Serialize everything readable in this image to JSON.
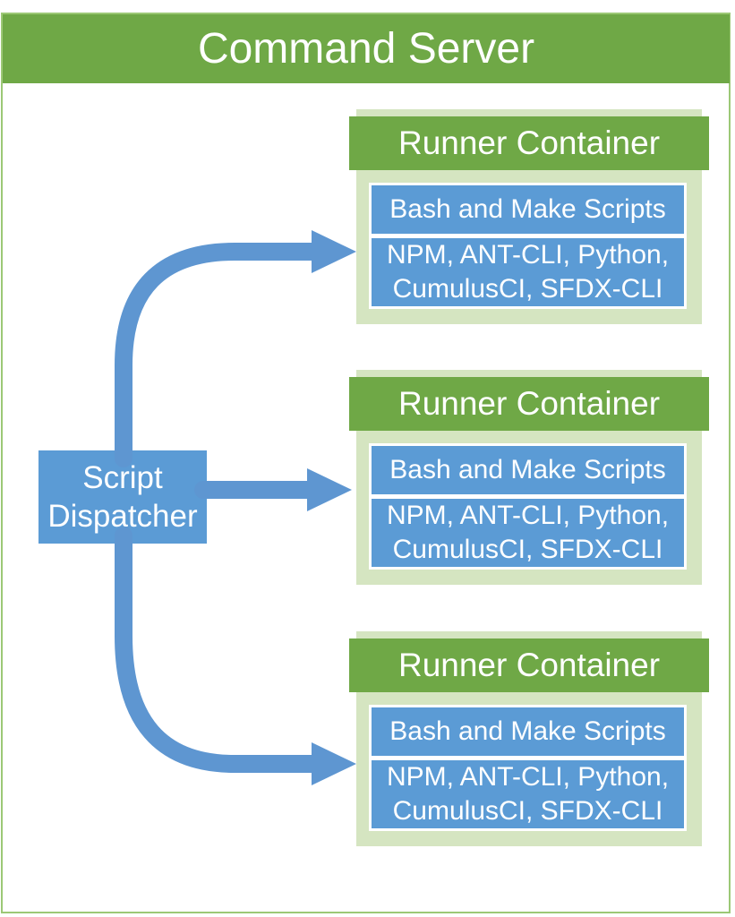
{
  "header": {
    "title": "Command Server"
  },
  "dispatcher": {
    "line1": "Script",
    "line2": "Dispatcher"
  },
  "runners": [
    {
      "title": "Runner Container",
      "rows": [
        "Bash and Make Scripts",
        "NPM, ANT-CLI, Python, CumulusCI, SFDX-CLI"
      ]
    },
    {
      "title": "Runner Container",
      "rows": [
        "Bash and Make Scripts",
        "NPM, ANT-CLI, Python, CumulusCI, SFDX-CLI"
      ]
    },
    {
      "title": "Runner Container",
      "rows": [
        "Bash and Make Scripts",
        "NPM, ANT-CLI, Python, CumulusCI, SFDX-CLI"
      ]
    }
  ],
  "colors": {
    "green": "#6FA846",
    "pale_green": "#D5E5C1",
    "border_green": "#9CC876",
    "blue": "#5B9BD5",
    "arrow_blue": "#5E96D1",
    "text_white": "#FFFFFF"
  }
}
